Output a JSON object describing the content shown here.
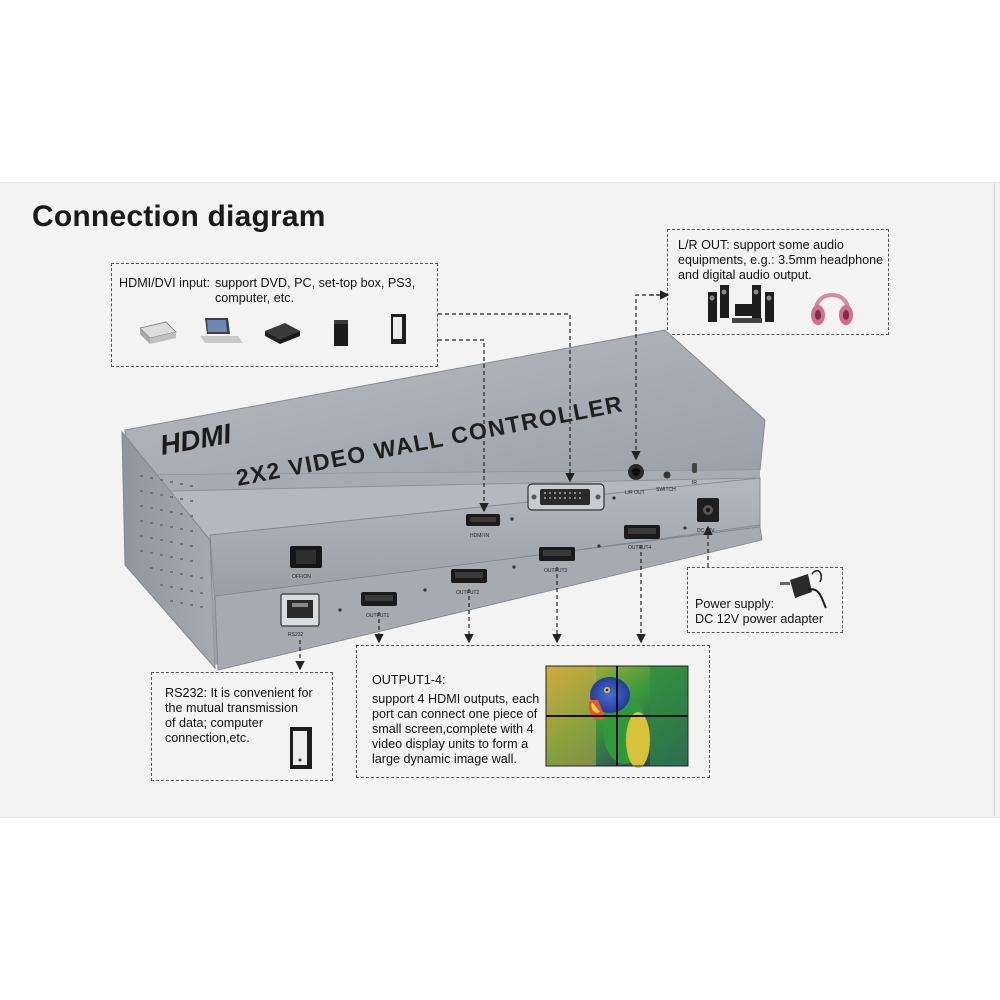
{
  "title": "Connection diagram",
  "device": {
    "brand_logo": "HDMI",
    "model_label": "2X2 VIDEO WALL CONTROLLER",
    "ports": {
      "hdmi_in": "HDMI IN",
      "lr_out": "L/R OUT",
      "switch": "SWITCH",
      "ir": "IR",
      "dc_in": "DC 12V",
      "output1": "OUTPUT1",
      "output2": "OUTPUT2",
      "output3": "OUTPUT3",
      "output4": "OUTPUT4",
      "rs232": "RS232",
      "power_switch": "OFF/ON"
    }
  },
  "callouts": {
    "input": {
      "heading": "HDMI/DVI input:",
      "lines": [
        "support DVD, PC, set-top box, PS3,",
        "computer, etc."
      ],
      "icons": [
        "dvd-player-icon",
        "laptop-icon",
        "set-top-box-icon",
        "ps3-console-icon",
        "pc-tower-icon"
      ]
    },
    "audio": {
      "lines": [
        "L/R OUT: support some audio",
        "equipments, e.g.: 3.5mm headphone",
        "and digital audio output."
      ],
      "icons": [
        "speaker-system-icon",
        "headphones-icon"
      ]
    },
    "power": {
      "lines": [
        "Power supply:",
        "DC 12V power adapter"
      ],
      "icons": [
        "power-adapter-icon"
      ]
    },
    "rs232": {
      "lines": [
        "RS232: It is convenient for",
        "the mutual transmission",
        "of data; computer",
        "connection,etc."
      ],
      "icons": [
        "pc-tower-icon"
      ]
    },
    "output": {
      "heading": "OUTPUT1-4:",
      "lines": [
        "support 4 HDMI outputs, each",
        "port can connect one piece of",
        "small screen,complete with 4",
        "video display units to form a",
        "large dynamic image wall."
      ],
      "icons": [
        "video-wall-parrot-image"
      ]
    }
  },
  "colors": {
    "device_body": "#9ea4ab",
    "device_front": "#a9aeb4",
    "text": "#111111",
    "panel_bg": "#f3f3f3"
  }
}
